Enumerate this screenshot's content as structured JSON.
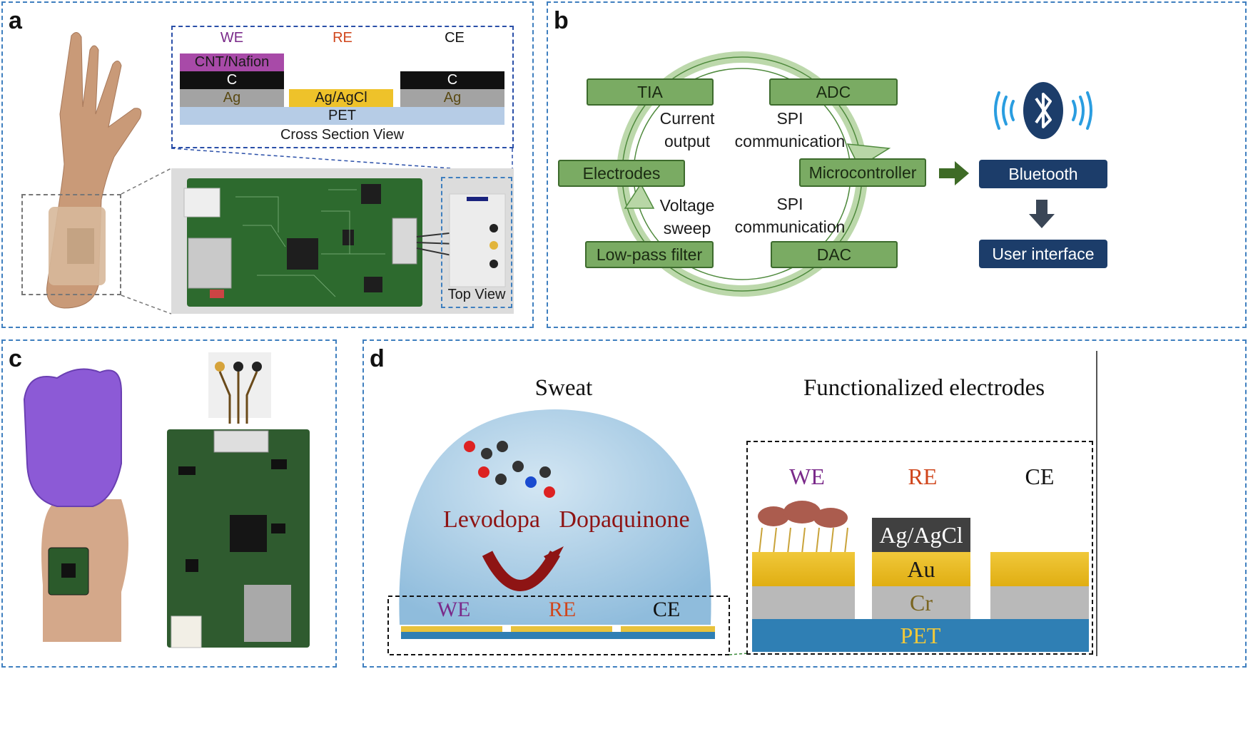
{
  "panels": {
    "a": {
      "letter": "a",
      "cross_section": {
        "electrodes": [
          "WE",
          "RE",
          "CE"
        ],
        "we_layers": [
          "CNT/Nafion",
          "C",
          "Ag"
        ],
        "re_layers": [
          "Ag/AgCl"
        ],
        "ce_layers": [
          "C",
          "Ag"
        ],
        "substrate": "PET",
        "caption": "Cross Section View"
      },
      "top_view_label": "Top View"
    },
    "b": {
      "letter": "b",
      "boxes": {
        "tia": "TIA",
        "adc": "ADC",
        "electrodes": "Electrodes",
        "microcontroller": "Microcontroller",
        "lowpass": "Low-pass  filter",
        "dac": "DAC",
        "bluetooth": "Bluetooth",
        "user_interface": "User interface"
      },
      "annotations": {
        "current_output_1": "Current",
        "current_output_2": "output",
        "spi_top_1": "SPI",
        "spi_top_2": "communication",
        "voltage_sweep_1": "Voltage",
        "voltage_sweep_2": "sweep",
        "spi_bottom_1": "SPI",
        "spi_bottom_2": "communication"
      }
    },
    "c": {
      "letter": "c"
    },
    "d": {
      "letter": "d",
      "sweat_title": "Sweat",
      "functionalized_title": "Functionalized electrodes",
      "reaction_from": "Levodopa",
      "reaction_to": "Dopaquinone",
      "drop_electrodes": [
        "WE",
        "RE",
        "CE"
      ],
      "zoom_electrodes": [
        "WE",
        "RE",
        "CE"
      ],
      "re_stack": [
        "Ag/AgCl",
        "Au",
        "Cr"
      ],
      "substrate": "PET"
    }
  },
  "colors": {
    "panel_border": "#3f7fbf",
    "we": "#7a2a8a",
    "re": "#d0461c",
    "ce": "#111111",
    "green_box": "#7aab63",
    "bluetooth_navy": "#1c3d6a",
    "gold": "#eec22a",
    "pet_blue": "#2f7fb4",
    "drop_blue": "#a8cce4",
    "pcb_green": "#2d6a2e"
  }
}
